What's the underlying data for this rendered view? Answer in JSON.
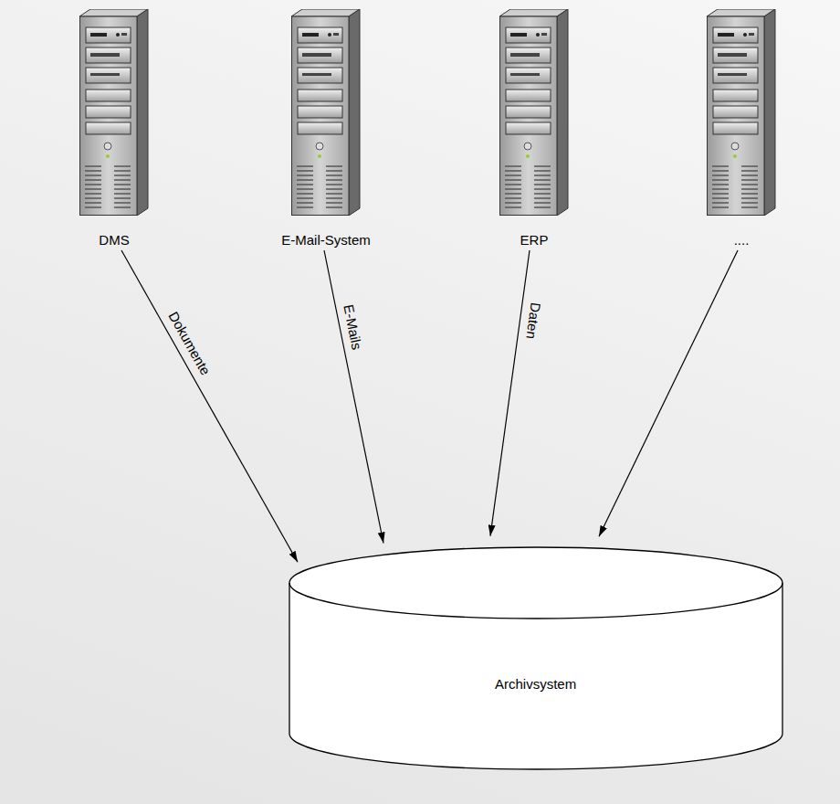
{
  "diagram": {
    "nodes": [
      {
        "text": [
          "DMS"
        ]
      },
      {
        "text": [
          "E-Mail-System"
        ]
      },
      {
        "text": [
          "ERP"
        ]
      },
      {
        "text": [
          "...."
        ]
      },
      {
        "text": [
          "Archivsystem"
        ]
      }
    ],
    "edges": [
      {
        "from": 0,
        "to": 4,
        "label": "Dokumente",
        "arrow": "to"
      },
      {
        "from": 1,
        "to": 4,
        "label": "E-Mails",
        "arrow": "to"
      },
      {
        "from": 2,
        "to": 4,
        "label": "Daten",
        "arrow": "to"
      },
      {
        "from": 3,
        "to": 4,
        "arrow": "to"
      }
    ]
  }
}
